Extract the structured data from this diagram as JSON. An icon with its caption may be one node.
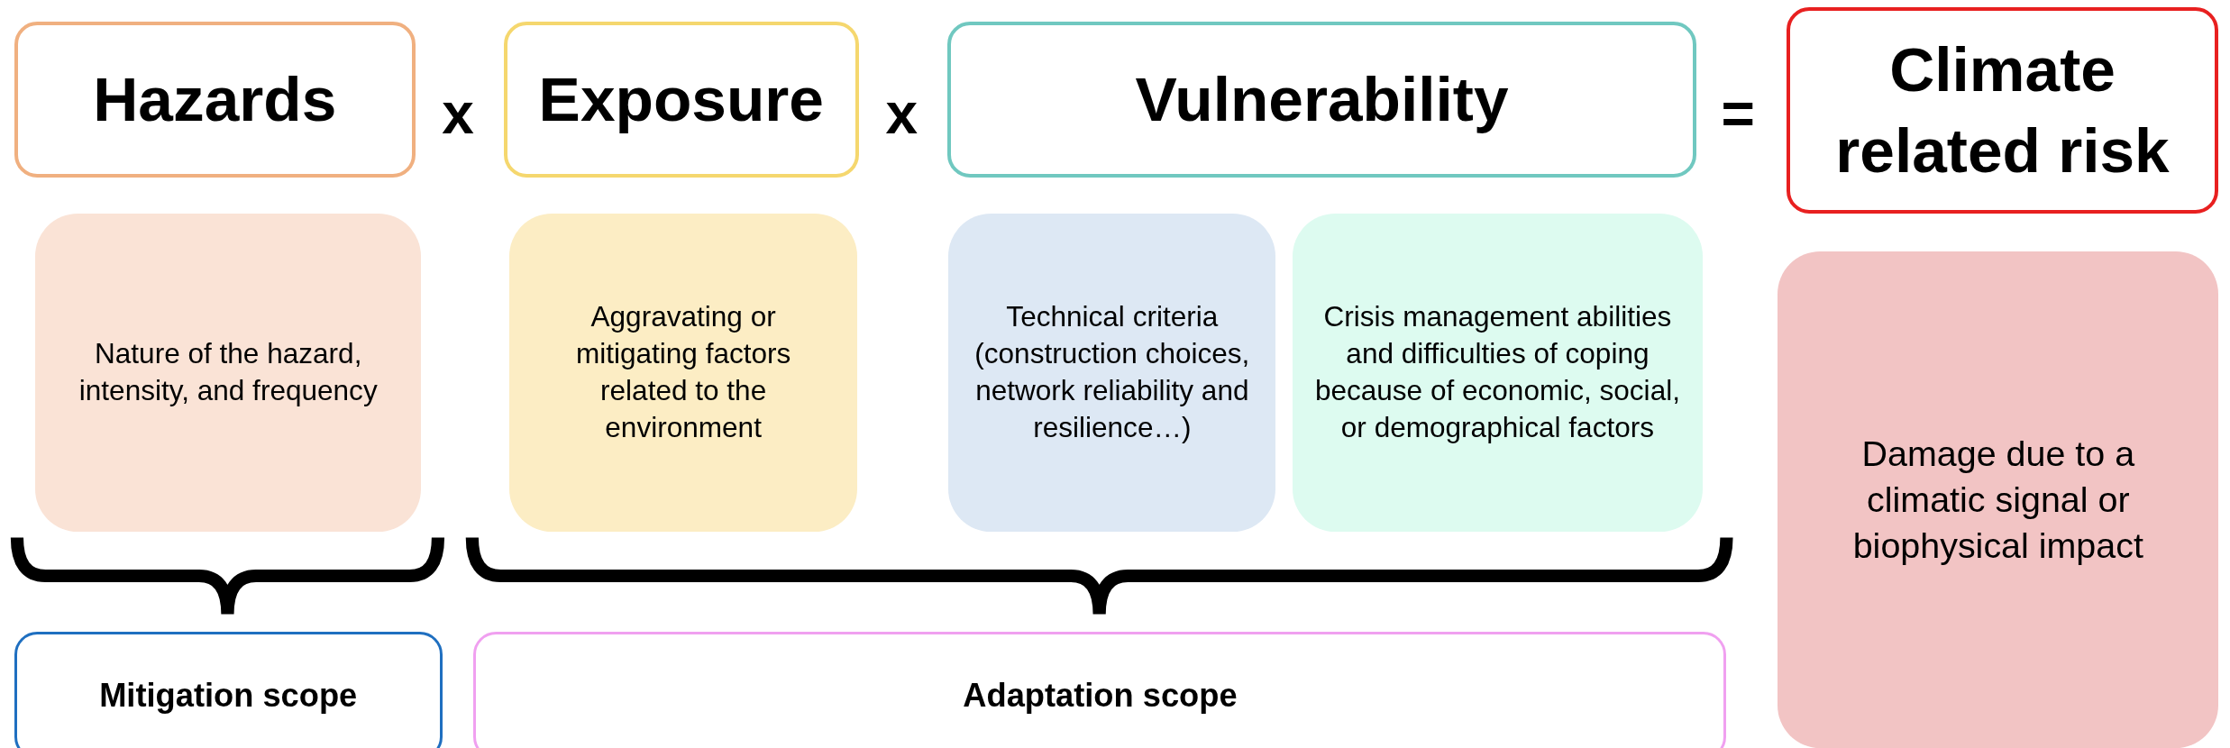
{
  "diagram": {
    "nodes": [
      {
        "text": [
          "Hazards"
        ]
      },
      {
        "text": [
          "Exposure"
        ]
      },
      {
        "text": [
          "Vulnerability"
        ]
      },
      {
        "text": [
          "Climate related risk"
        ]
      },
      {
        "text": [
          "Nature of the hazard, intensity, and frequency"
        ]
      },
      {
        "text": [
          "Aggravating or mitigating factors related to the environment"
        ]
      },
      {
        "text": [
          "Technical criteria (construction choices, network reliability and resilience…)"
        ]
      },
      {
        "text": [
          "Crisis management abilities and difficulties of coping because of economic, social, or demographical factors"
        ]
      },
      {
        "text": [
          "Damage due to a climatic signal or biophysical impact"
        ]
      },
      {
        "text": [
          "Mitigation scope"
        ]
      },
      {
        "text": [
          "Adaptation scope"
        ]
      }
    ],
    "labels": [
      "x",
      "x",
      "="
    ]
  }
}
